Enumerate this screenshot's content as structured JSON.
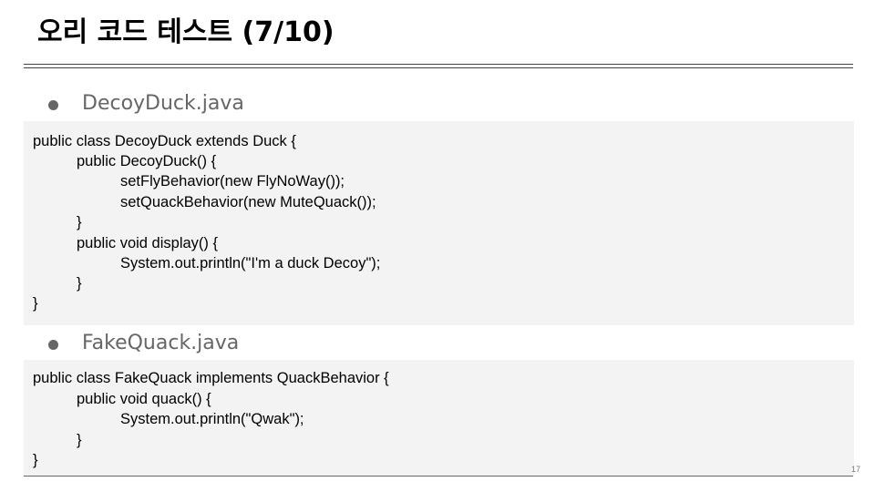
{
  "slide": {
    "title": "오리 코드 테스트 (7/10)",
    "page_number": "17"
  },
  "sections": [
    {
      "file_name": "DecoyDuck.java",
      "code_lines": [
        "public class DecoyDuck extends Duck {",
        "public DecoyDuck() {",
        "setFlyBehavior(new FlyNoWay());",
        "setQuackBehavior(new MuteQuack());",
        "}",
        "public void display() {",
        "System.out.println(\"I'm a duck Decoy\");",
        "}",
        "}"
      ]
    },
    {
      "file_name": "FakeQuack.java",
      "code_lines": [
        "public class FakeQuack implements QuackBehavior {",
        "public void quack() {",
        "System.out.println(\"Qwak\");",
        "}",
        "}"
      ]
    }
  ]
}
